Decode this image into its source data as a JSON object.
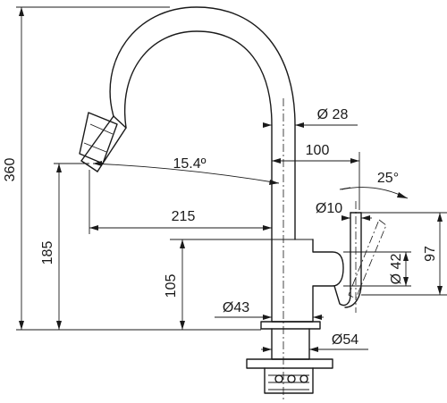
{
  "dimensions": {
    "height_total": "360",
    "spout_height": "185",
    "lever_height": "105",
    "spout_reach": "215",
    "lever_offset": "100",
    "tube_diameter": "Ø 28",
    "spout_angle": "15.4º",
    "lever_angle": "25°",
    "lever_diameter": "Ø10",
    "base_diameter": "Ø43",
    "hole_diameter": "Ø54",
    "lever_body_diameter": "Ø 42",
    "lever_length": "97"
  }
}
